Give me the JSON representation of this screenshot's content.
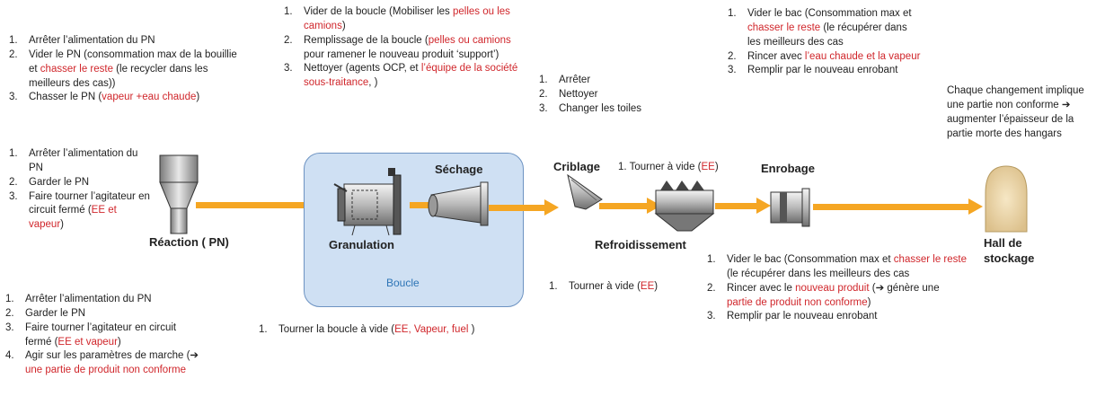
{
  "stages": {
    "reaction": "Réaction ( PN)",
    "granulation": "Granulation",
    "sechage": "Séchage",
    "criblage": "Criblage",
    "refroidissement": "Refroidissement",
    "enrobage": "Enrobage",
    "hall": "Hall de stockage"
  },
  "loop_label": "Boucle",
  "top_reaction": {
    "i1": [
      "Arrêter l’alimentation du PN"
    ],
    "i2": [
      "Vider le PN (consommation max de la bouillie et ",
      "chasser le reste",
      " (le recycler dans les meilleurs des cas))"
    ],
    "i3": [
      "Chasser le PN (",
      "vapeur +eau chaude",
      ")"
    ]
  },
  "top_boucle": {
    "i1": [
      "Vider de la boucle (Mobiliser les ",
      "pelles ou les camions",
      ")"
    ],
    "i2": [
      "Remplissage de la boucle (",
      "pelles ou camions",
      " pour ramener le nouveau produit ‘support’)"
    ],
    "i3": [
      "Nettoyer (agents OCP, et ",
      "l’équipe de la société sous-traitance",
      ", )"
    ]
  },
  "top_refroid": {
    "i1": "Arrêter",
    "i2": "Nettoyer",
    "i3": "Changer les toiles"
  },
  "top_enrobage": {
    "i1": [
      "Vider le bac (Consommation max et ",
      "chasser le reste",
      " (le récupérer dans les meilleurs des cas"
    ],
    "i2": [
      "Rincer avec ",
      "l’eau chaude et la vapeur",
      ""
    ],
    "i3": [
      "Remplir par le nouveau enrobant"
    ]
  },
  "top_note": "Chaque changement implique une partie non conforme ➔ augmenter l’épaisseur de la partie morte des hangars",
  "mid_reaction": {
    "i1": "Arrêter l’alimentation du PN",
    "i2": "Garder le PN",
    "i3": [
      "Faire tourner l’agitateur en circuit fermé (",
      "EE et vapeur",
      ")"
    ]
  },
  "bot_reaction": {
    "i1": "Arrêter l’alimentation du PN",
    "i2": "Garder le PN",
    "i3": [
      "Faire tourner l’agitateur en circuit fermé (",
      "EE et vapeur",
      ")"
    ],
    "i4": [
      "Agir sur les paramètres de marche (➔ ",
      "une partie de produit non conforme",
      ""
    ]
  },
  "bot_boucle": {
    "i1": [
      "Tourner la boucle à vide (",
      "EE, Vapeur, fuel",
      " )"
    ]
  },
  "bot_refroid": {
    "i1": [
      "Tourner à vide (",
      "EE",
      ")"
    ]
  },
  "crib_note": {
    "i1": [
      "Tourner à vide (",
      "EE",
      ")"
    ]
  },
  "bot_enrobage": {
    "i1": [
      "Vider le bac (Consommation max et ",
      "chasser le reste",
      " (le récupérer dans les meilleurs des cas"
    ],
    "i2": [
      "Rincer avec le ",
      "nouveau produit",
      " (➔ génère une ",
      "partie de produit non conforme",
      ")"
    ],
    "i3": "Remplir par le nouveau enrobant"
  },
  "colors": {
    "accent": "#d0262b",
    "arrow": "#f5a623",
    "loop_fill": "#cfe0f3",
    "loop_border": "#6d93c2",
    "loop_text": "#2e75b6"
  }
}
